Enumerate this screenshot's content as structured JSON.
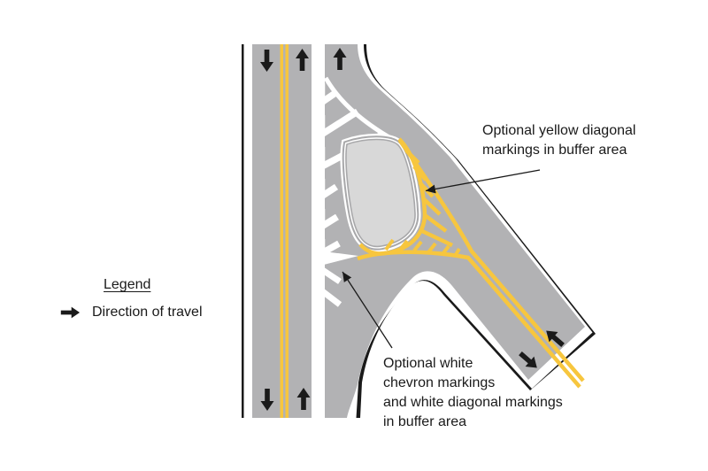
{
  "annotations": {
    "yellow_buffer": "Optional yellow diagonal\nmarkings in buffer area",
    "white_buffer": "Optional white\nchevron markings\nand white diagonal markings\nin buffer area"
  },
  "legend": {
    "title": "Legend",
    "items": [
      {
        "icon": "right-arrow-icon",
        "label": "Direction of travel"
      }
    ]
  },
  "diagram": {
    "type": "roadway-intersection-diagram",
    "features": [
      "two-way vertical road with double yellow center line",
      "diagonal two-way road with double yellow center line",
      "channelizing island",
      "white chevron markings in gore buffer area",
      "yellow diagonal markings in buffer area"
    ],
    "traffic_arrows": [
      "down",
      "up",
      "up",
      "down",
      "up",
      "southeast",
      "northwest"
    ]
  },
  "colors": {
    "road": "#b2b2b4",
    "island": "#d8d8d8",
    "islandline": "#a8a8aa",
    "yellow": "#f7c63e",
    "edge": "#1a1a1a",
    "text": "#1a1a1a",
    "white": "#ffffff"
  }
}
